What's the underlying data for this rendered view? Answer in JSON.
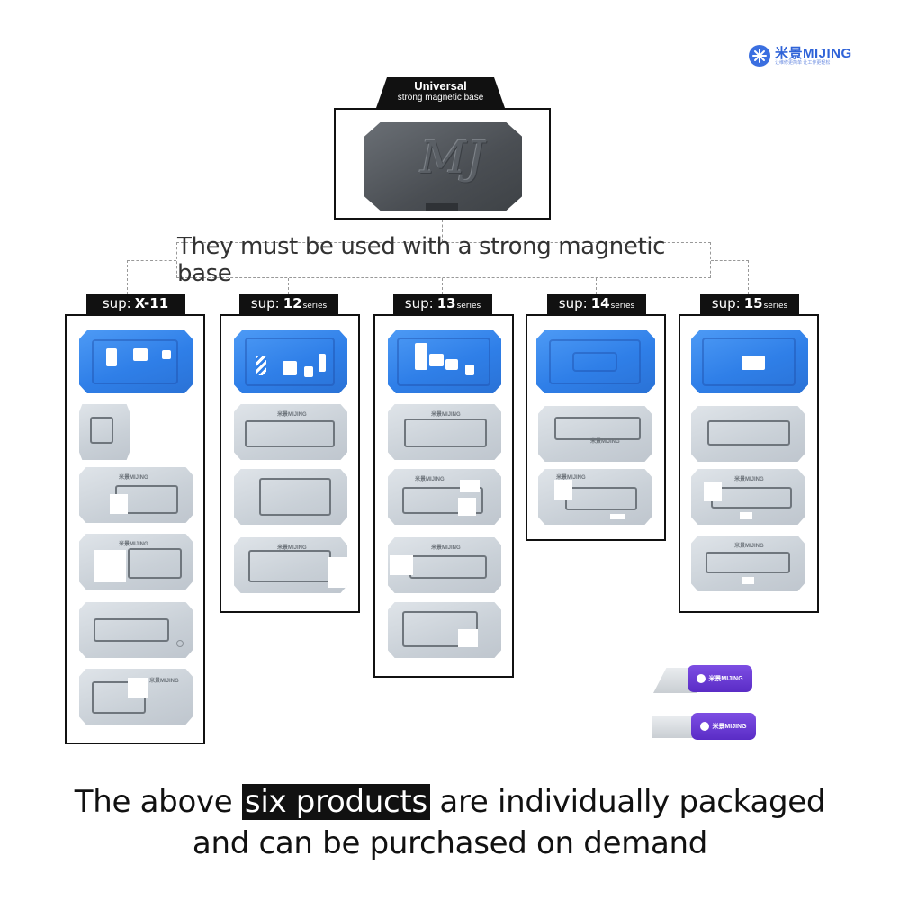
{
  "brand": {
    "name": "米景MIJING",
    "tagline": "让维修更简单 让工作更轻松",
    "color": "#2f63d8"
  },
  "base": {
    "title": "Universal",
    "subtitle": "strong magnetic base",
    "mark": "MJ"
  },
  "note": "They must be used with a strong magnetic base",
  "columns": [
    {
      "sup": "sup:",
      "model": "X-11",
      "suffix": ""
    },
    {
      "sup": "sup:",
      "model": "12",
      "suffix": "series"
    },
    {
      "sup": "sup:",
      "model": "13",
      "suffix": "series"
    },
    {
      "sup": "sup:",
      "model": "14",
      "suffix": "series"
    },
    {
      "sup": "sup:",
      "model": "15",
      "suffix": "series"
    }
  ],
  "stencil_logo": "米景MIJING",
  "tools": [
    {
      "label": "米景MIJING"
    },
    {
      "label": "米景MIJING"
    }
  ],
  "footer": {
    "before": "The above",
    "highlight": "six products",
    "after": "are individually packaged",
    "line2": "and can be purchased on demand"
  },
  "colors": {
    "blue_plate": "#2f7fe8",
    "base_plate": "#4a4e53",
    "tool": "#5a2cc6"
  }
}
